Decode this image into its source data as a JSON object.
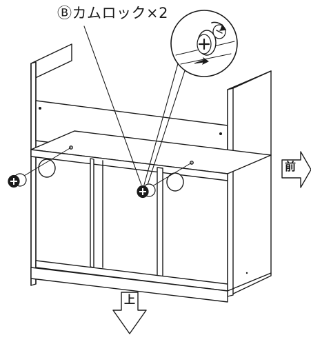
{
  "callout": {
    "text": "Ⓑカムロック×2"
  },
  "direction": {
    "front_label": "前",
    "up_label": "上"
  },
  "colors": {
    "line": "#1a1a1a",
    "fill": "#ffffff"
  },
  "icons": {
    "cam_lock": "cam-lock-icon",
    "rotate_arrow": "rotate-arrow-icon",
    "front_arrow": "arrow-right-icon",
    "up_arrow": "arrow-down-icon"
  }
}
